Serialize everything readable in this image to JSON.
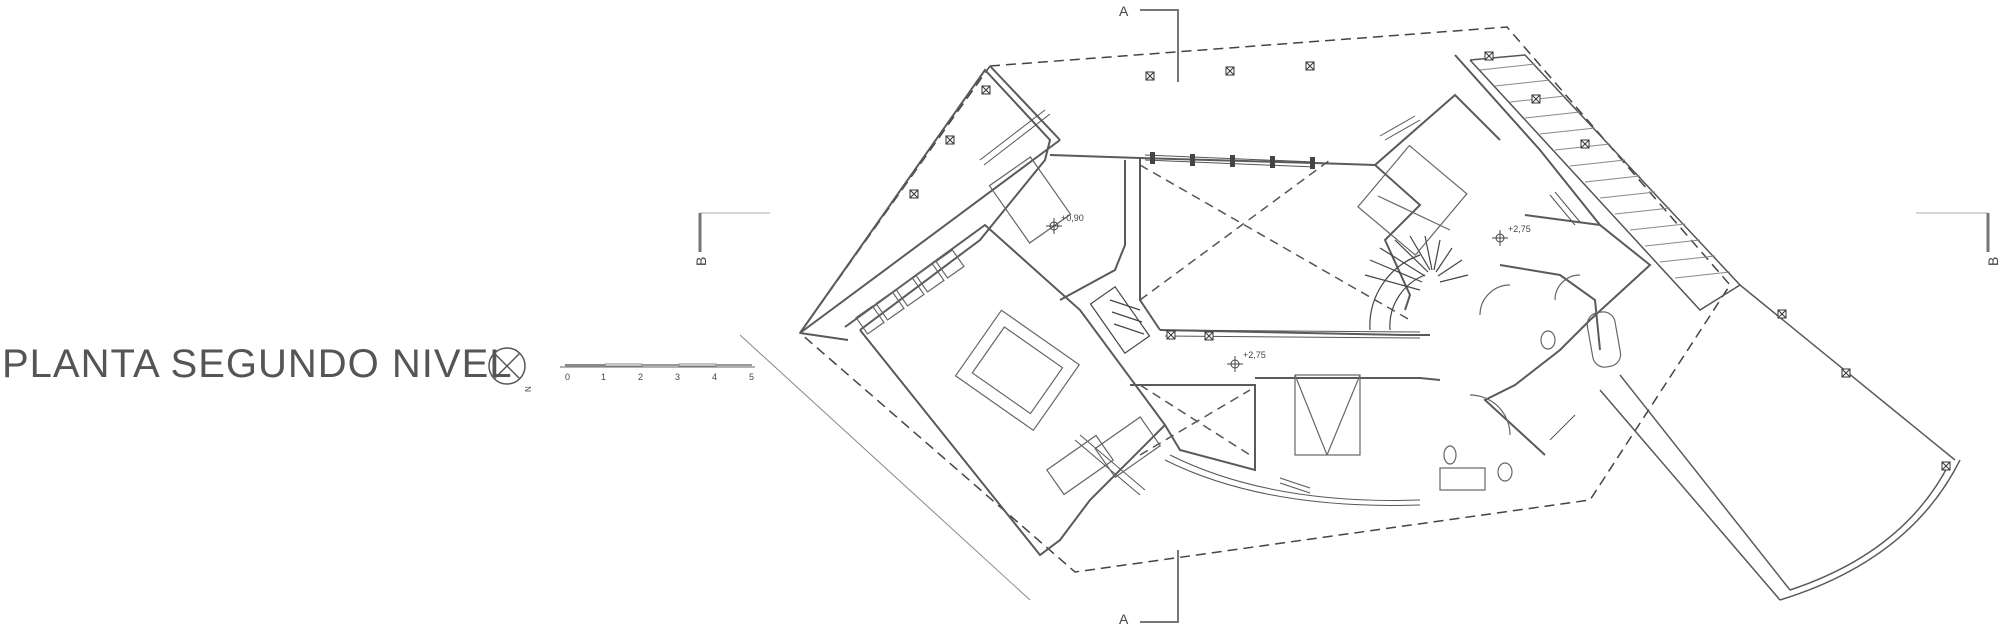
{
  "title": "PLANTA SEGUNDO NIVEL",
  "north_label": "N",
  "scale": {
    "ticks": [
      "0",
      "1",
      "2",
      "3",
      "4",
      "5"
    ]
  },
  "section_markers": {
    "a_top": "A",
    "a_bottom": "A",
    "b_left": "B",
    "b_right": "B"
  },
  "levels": {
    "living": "+0,90",
    "bedroom_upper": "+2,75",
    "hall": "+2,75"
  },
  "colors": {
    "line": "#5a5a5a",
    "dash": "#444444",
    "light": "#999999"
  }
}
